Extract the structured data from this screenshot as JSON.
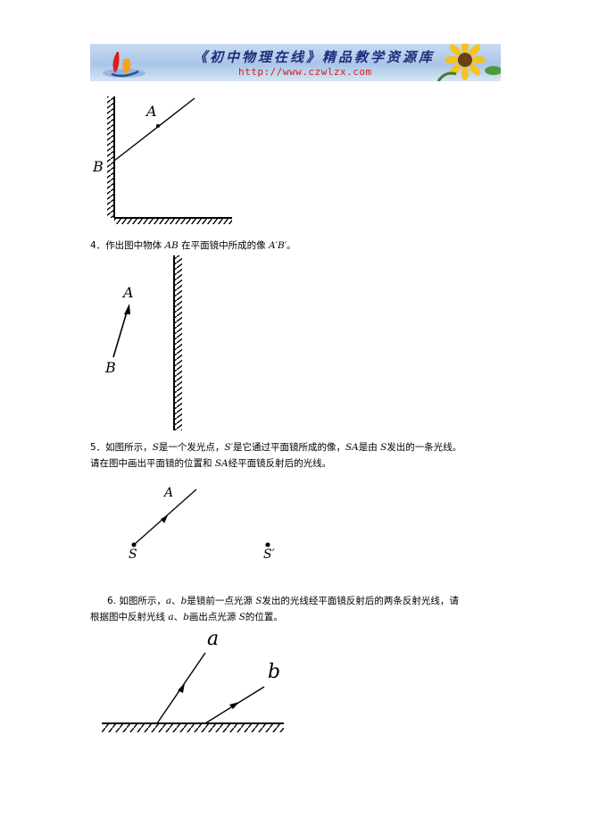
{
  "banner": {
    "title": "《初中物理在线》精品教学资源库",
    "url": "http://www.czwlzx.com"
  },
  "fig1": {
    "label_a": "A",
    "label_b": "B"
  },
  "q4": {
    "num": "4．",
    "text_1": "作出图中物体 ",
    "var_ab": "AB",
    "text_2": " 在平面镜中所成的像 ",
    "var_ab_prime": "A′B′",
    "text_3": "。",
    "label_a": "A",
    "label_b": "B"
  },
  "q5": {
    "line1": {
      "t1": "5．如图所示，",
      "v1": "S",
      "t2": "是一个发光点，",
      "v2": "S′",
      "t3": "是它通过平面镜所成的像，",
      "v3": "SA",
      "t4": "是由 ",
      "v4": "S",
      "t5": "发出的一条光线。"
    },
    "line2": {
      "t1": "请在图中画出平面镜的位置和 ",
      "v1": "SA",
      "t2": "经平面镜反射后的光线。"
    },
    "label_a": "A",
    "label_s": "S",
    "label_s_prime": "S′"
  },
  "q6": {
    "line1": {
      "t1": "6. 如图所示，",
      "v1": "a",
      "t2": "、",
      "v2": "b",
      "t3": "是镜前一点光源 ",
      "v3": "S",
      "t4": "发出的光线经平面镜反射后的两条反射光线，请"
    },
    "line2": {
      "t1": "根据图中反射光线 ",
      "v1": "a",
      "t2": "、",
      "v2": "b",
      "t3": "画出点光源 ",
      "v3": "S",
      "t4": "的位置。"
    },
    "label_a": "a",
    "label_b": "b"
  },
  "colors": {
    "banner_title": "#1c2f7a",
    "banner_url": "#d0211c"
  }
}
